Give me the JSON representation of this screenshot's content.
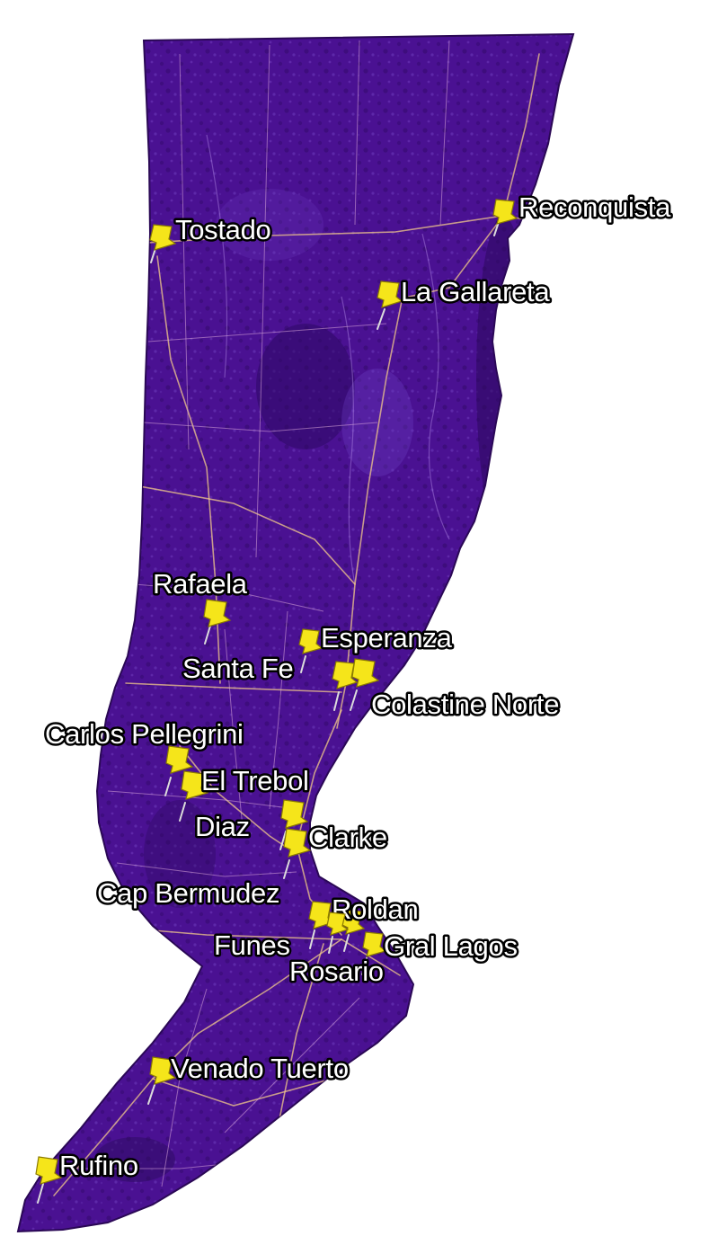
{
  "map": {
    "colors": {
      "region_fill": "#4a1192",
      "region_dark": "#2b0a5c",
      "roads": "#f3c98a",
      "pin": "#f5e51a",
      "label_fill": "#ffffff",
      "label_outline": "#000000"
    },
    "markers": [
      {
        "id": "reconquista",
        "label": "Reconquista"
      },
      {
        "id": "tostado",
        "label": "Tostado"
      },
      {
        "id": "la-gallareta",
        "label": "La Gallareta"
      },
      {
        "id": "rafaela",
        "label": "Rafaela"
      },
      {
        "id": "esperanza",
        "label": "Esperanza"
      },
      {
        "id": "santa-fe",
        "label": "Santa Fe"
      },
      {
        "id": "colastine-norte",
        "label": "Colastine Norte"
      },
      {
        "id": "carlos-pellegrini",
        "label": "Carlos Pellegrini"
      },
      {
        "id": "el-trebol",
        "label": "El Trebol"
      },
      {
        "id": "diaz",
        "label": "Diaz"
      },
      {
        "id": "clarke",
        "label": "Clarke"
      },
      {
        "id": "cap-bermudez",
        "label": "Cap Bermudez"
      },
      {
        "id": "roldan",
        "label": "Roldan"
      },
      {
        "id": "funes",
        "label": "Funes"
      },
      {
        "id": "gral-lagos",
        "label": "Gral Lagos"
      },
      {
        "id": "rosario",
        "label": "Rosario"
      },
      {
        "id": "venado-tuerto",
        "label": "Venado Tuerto"
      },
      {
        "id": "rufino",
        "label": "Rufino"
      }
    ]
  }
}
